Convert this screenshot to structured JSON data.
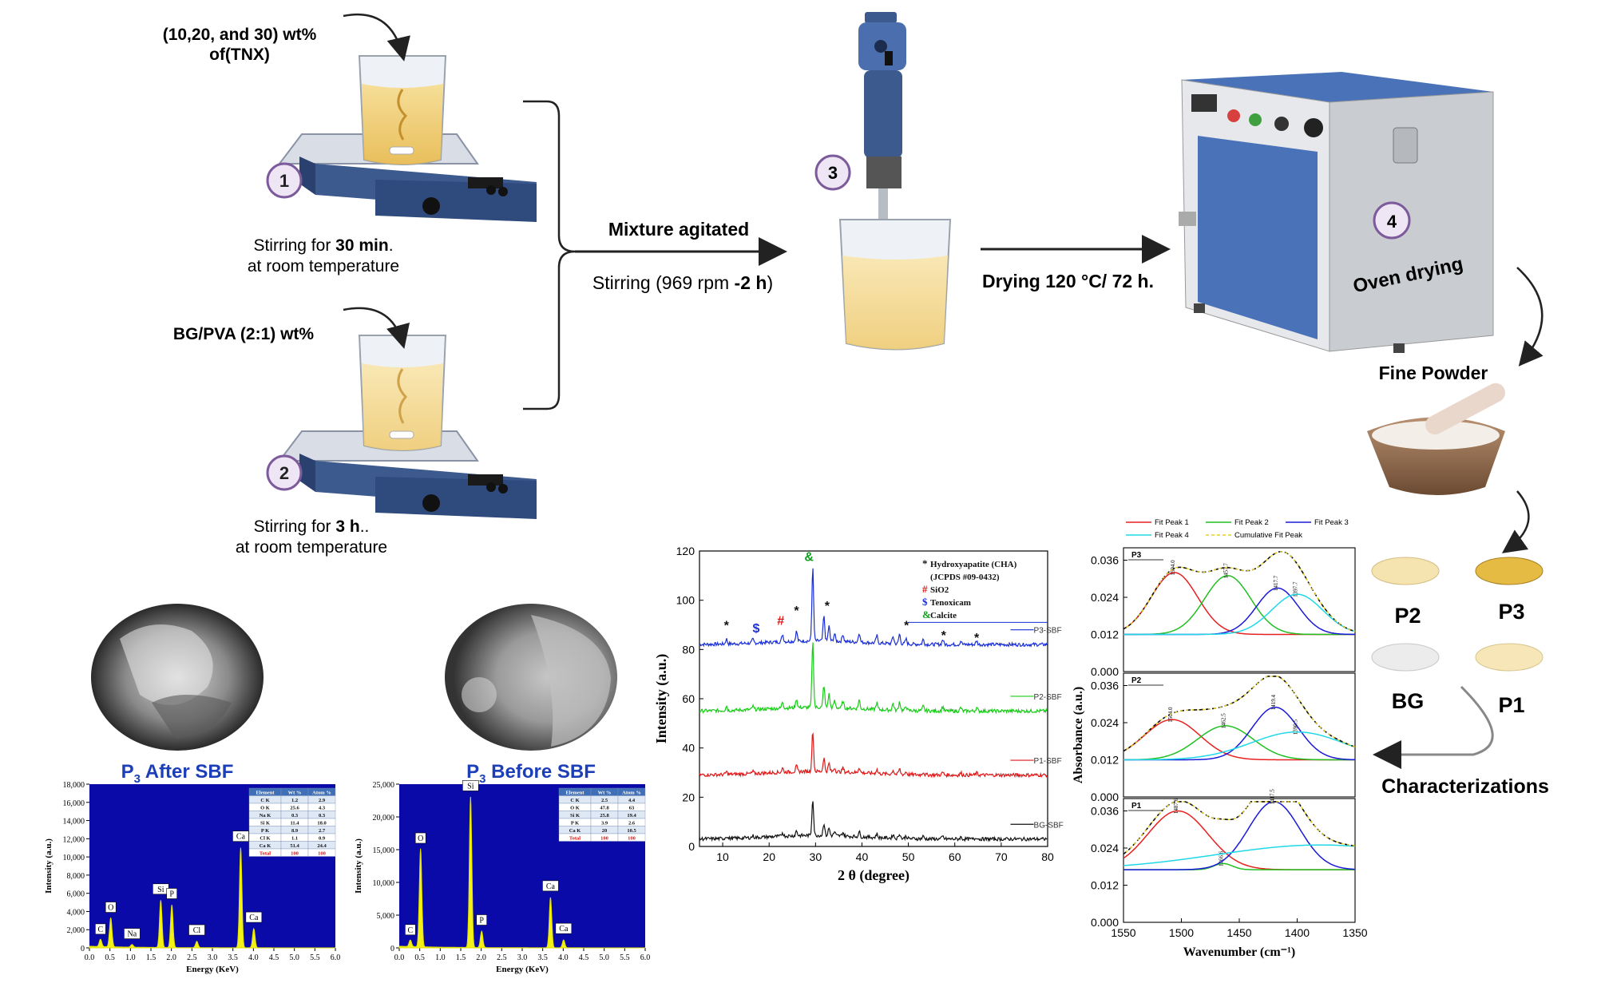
{
  "process": {
    "step1": {
      "number": "1",
      "input_line1": "(10,20, and 30) wt%",
      "input_line2": "of(TNX)",
      "caption_pre": "Stirring for ",
      "caption_bold": "30 min",
      "caption_post": ".",
      "caption_line2": "at room temperature"
    },
    "step2": {
      "number": "2",
      "input": "BG/PVA (2:1) wt%",
      "caption_pre": "Stirring for ",
      "caption_bold": "3 h",
      "caption_post": "..",
      "caption_line2": "at room temperature"
    },
    "step3": {
      "number": "3",
      "arrow_label": "Mixture agitated",
      "stir_pre": "Stirring (969 rpm ",
      "stir_bold": "-2 h",
      "stir_post": ")"
    },
    "step4": {
      "number": "4",
      "arrow_label": "Drying 120 °C/ 72 h.",
      "oven_label": "Oven drying"
    },
    "fine_powder": "Fine Powder",
    "pellets": [
      "P2",
      "P3",
      "BG",
      "P1"
    ],
    "characterizations": "Characterizations"
  },
  "colors": {
    "beaker_liquid": "#f3d27a",
    "stirrer_body": "#3d5a8f",
    "oven_body": "#d8dadd",
    "oven_door": "#4a72b8",
    "step_circle": "#7d5a9c",
    "edx_bg": "#0a0aa8",
    "edx_peak": "#f2f21a",
    "title_blue": "#1c3fb8"
  },
  "sem_after": {
    "title_main": "P",
    "title_sub": "3",
    "title_rest": " After SBF",
    "table": {
      "headers": [
        "Element",
        "Wt %",
        "Atom %"
      ],
      "rows": [
        [
          "C K",
          "1.2",
          "2.9"
        ],
        [
          "O K",
          "25.6",
          "4.3"
        ],
        [
          "Na K",
          "0.3",
          "0.3"
        ],
        [
          "Si K",
          "11.4",
          "18.0"
        ],
        [
          "P K",
          "8.9",
          "2.7"
        ],
        [
          "Cl K",
          "1.1",
          "0.9"
        ],
        [
          "Ca K",
          "51.4",
          "24.4"
        ]
      ],
      "total": [
        "Total",
        "100",
        "100"
      ]
    }
  },
  "sem_before": {
    "title_main": "P",
    "title_sub": "3",
    "title_rest": " Before SBF",
    "table": {
      "headers": [
        "Element",
        "Wt %",
        "Atom %"
      ],
      "rows": [
        [
          "C K",
          "2.5",
          "4.4"
        ],
        [
          "O K",
          "47.8",
          "63"
        ],
        [
          "Si K",
          "25.8",
          "19.4"
        ],
        [
          "P K",
          "3.9",
          "2.6"
        ],
        [
          "Ca K",
          "20",
          "10.5"
        ]
      ],
      "total": [
        "Total",
        "100",
        "100"
      ]
    }
  },
  "chart_data": [
    {
      "type": "bar",
      "title": "P3 After SBF",
      "xlabel": "Energy (KeV)",
      "ylabel": "Intensity (a.u.)",
      "xlim": [
        0,
        6
      ],
      "ylim": [
        0,
        18000
      ],
      "xticks": [
        "0.0",
        "0.5",
        "1.0",
        "1.5",
        "2.0",
        "2.5",
        "3.0",
        "3.5",
        "4.0",
        "4.5",
        "5.0",
        "5.5",
        "6.0"
      ],
      "yticks": [
        "0",
        "2,000",
        "4,000",
        "6,000",
        "8,000",
        "10,000",
        "12,000",
        "14,000",
        "16,000",
        "18,000"
      ],
      "peaks": [
        {
          "label": "C",
          "x": 0.27,
          "y": 800
        },
        {
          "label": "O",
          "x": 0.52,
          "y": 3200
        },
        {
          "label": "Na",
          "x": 1.04,
          "y": 300
        },
        {
          "label": "Si",
          "x": 1.74,
          "y": 5200
        },
        {
          "label": "P",
          "x": 2.01,
          "y": 4700
        },
        {
          "label": "Cl",
          "x": 2.62,
          "y": 700
        },
        {
          "label": "Ca",
          "x": 3.69,
          "y": 11000
        },
        {
          "label": "Ca",
          "x": 4.01,
          "y": 2100
        }
      ]
    },
    {
      "type": "bar",
      "title": "P3 Before SBF",
      "xlabel": "Energy (KeV)",
      "ylabel": "Intensity (a.u.)",
      "xlim": [
        0,
        6
      ],
      "ylim": [
        0,
        25000
      ],
      "xticks": [
        "0.0",
        "0.5",
        "1.0",
        "1.5",
        "2.0",
        "2.5",
        "3.0",
        "3.5",
        "4.0",
        "4.5",
        "5.0",
        "5.5",
        "6.0"
      ],
      "yticks": [
        "0",
        "5,000",
        "10,000",
        "15,000",
        "20,000",
        "25,000"
      ],
      "peaks": [
        {
          "label": "C",
          "x": 0.27,
          "y": 1000
        },
        {
          "label": "O",
          "x": 0.52,
          "y": 15000
        },
        {
          "label": "Si",
          "x": 1.74,
          "y": 23000
        },
        {
          "label": "P",
          "x": 2.01,
          "y": 2500
        },
        {
          "label": "Ca",
          "x": 3.69,
          "y": 7700
        },
        {
          "label": "Ca",
          "x": 4.01,
          "y": 1200
        }
      ]
    },
    {
      "type": "line",
      "xlabel": "2 θ (degree)",
      "ylabel": "Intensity (a.u.)",
      "xlim": [
        5,
        80
      ],
      "ylim": [
        0,
        120
      ],
      "xticks": [
        "10",
        "20",
        "30",
        "40",
        "50",
        "60",
        "70",
        "80"
      ],
      "yticks": [
        "0",
        "20",
        "40",
        "60",
        "80",
        "100",
        "120"
      ],
      "legend": [
        {
          "symbol": "*",
          "text": "Hydroxyapatite (CHA)",
          "color": "#111111"
        },
        {
          "symbol": "",
          "text": "(JCPDS #09-0432)",
          "color": "#111111"
        },
        {
          "symbol": "#",
          "text": "SiO2",
          "color": "#e01010"
        },
        {
          "symbol": "$",
          "text": "Tenoxicam",
          "color": "#2030d0"
        },
        {
          "symbol": "&",
          "text": "Calcite",
          "color": "#10a020"
        }
      ],
      "series": [
        {
          "name": "P3-SBF",
          "color": "#1a2fd8",
          "baseline": 82,
          "scale": 1.0
        },
        {
          "name": "P2-SBF",
          "color": "#18cc18",
          "baseline": 55,
          "scale": 0.9
        },
        {
          "name": "P1-SBF",
          "color": "#e01818",
          "baseline": 29,
          "scale": 0.55
        },
        {
          "name": "BG-SBF",
          "color": "#111111",
          "baseline": 3,
          "scale": 0.5
        }
      ],
      "peak_positions": [
        10.8,
        16.5,
        22.9,
        25.9,
        29.4,
        31.8,
        32.9,
        34.1,
        35.9,
        39.4,
        43.2,
        46.7,
        48.1,
        49.5,
        53.2,
        57.4,
        61.3,
        64.7
      ],
      "markers": [
        {
          "symbol": "*",
          "x": 10.8,
          "y": 88,
          "color": "#111111"
        },
        {
          "symbol": "$",
          "x": 17.2,
          "y": 87,
          "color": "#2030d0"
        },
        {
          "symbol": "#",
          "x": 22.5,
          "y": 90,
          "color": "#e01010"
        },
        {
          "symbol": "*",
          "x": 25.9,
          "y": 94,
          "color": "#111111"
        },
        {
          "symbol": "&",
          "x": 28.6,
          "y": 116,
          "color": "#10a020"
        },
        {
          "symbol": "*",
          "x": 32.5,
          "y": 96,
          "color": "#111111"
        },
        {
          "symbol": "*",
          "x": 49.6,
          "y": 88,
          "color": "#111111"
        },
        {
          "symbol": "*",
          "x": 57.6,
          "y": 84,
          "color": "#111111"
        },
        {
          "symbol": "*",
          "x": 64.7,
          "y": 83,
          "color": "#111111"
        }
      ]
    },
    {
      "type": "line",
      "xlabel": "Wavenumber (cm⁻¹)",
      "ylabel": "Absorbance (a.u.)",
      "xlim": [
        1550,
        1350
      ],
      "ylim": [
        0,
        0.04
      ],
      "xticks": [
        "1550",
        "1500",
        "1450",
        "1400",
        "1350"
      ],
      "yticks": [
        "0.000",
        "0.012",
        "0.024",
        "0.036"
      ],
      "legend": [
        "Fit Peak 1",
        "Fit Peak 2",
        "Fit Peak 3",
        "Fit Peak 4",
        "Cumulative Fit Peak"
      ],
      "legend_colors": [
        "#e82020",
        "#20c020",
        "#1a1ad8",
        "#20d8e8",
        "#e8d020"
      ],
      "panels": [
        {
          "name": "P3",
          "baseline": 0.012,
          "peaks": [
            {
              "center": 1506,
              "height": 0.02,
              "width": 20,
              "label": "1504.0"
            },
            {
              "center": 1460,
              "height": 0.019,
              "width": 20,
              "label": "1457.7"
            },
            {
              "center": 1417,
              "height": 0.015,
              "width": 18,
              "label": "1417.7"
            },
            {
              "center": 1400,
              "height": 0.013,
              "width": 22,
              "label": "1397.7"
            }
          ]
        },
        {
          "name": "P2",
          "baseline": 0.012,
          "peaks": [
            {
              "center": 1508,
              "height": 0.013,
              "width": 24,
              "label": "1504.0"
            },
            {
              "center": 1462,
              "height": 0.011,
              "width": 24,
              "label": "1462.5"
            },
            {
              "center": 1419,
              "height": 0.017,
              "width": 20,
              "label": "1419.4"
            },
            {
              "center": 1400,
              "height": 0.009,
              "width": 40,
              "label": "1390.5"
            }
          ]
        },
        {
          "name": "P1",
          "baseline": 0.017,
          "peaks": [
            {
              "center": 1503,
              "height": 0.019,
              "width": 26,
              "label": "1487.6"
            },
            {
              "center": 1464,
              "height": 0.002,
              "width": 8,
              "label": "1466.6"
            },
            {
              "center": 1420,
              "height": 0.022,
              "width": 22,
              "label": "1417.5"
            },
            {
              "center": 1380,
              "height": 0.008,
              "width": 90,
              "label": ""
            }
          ]
        }
      ]
    }
  ]
}
